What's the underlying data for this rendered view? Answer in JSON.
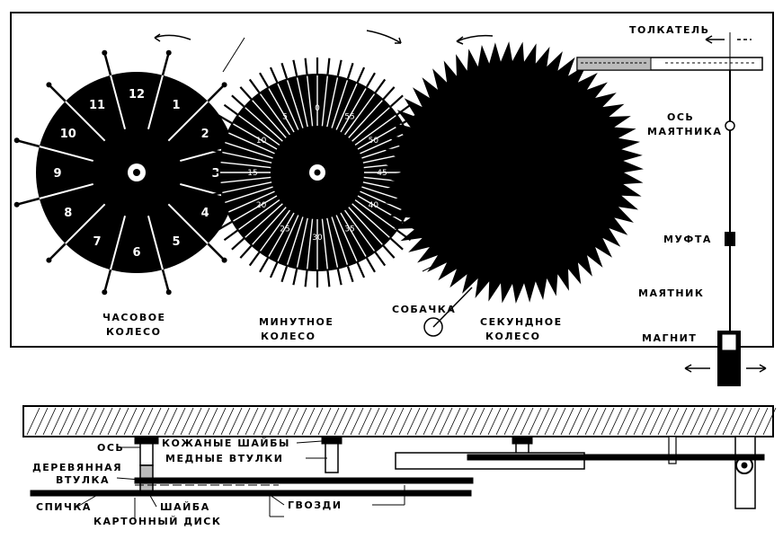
{
  "top": {
    "hour_wheel": {
      "line1": "ЧАСОВОЕ",
      "line2": "КОЛЕСО",
      "numbers": [
        "12",
        "1",
        "2",
        "3",
        "4",
        "5",
        "6",
        "7",
        "8",
        "9",
        "10",
        "11"
      ]
    },
    "minute_wheel": {
      "line1": "МИНУТНОЕ",
      "line2": "КОЛЕСО",
      "numbers": [
        "0",
        "5",
        "10",
        "15",
        "20",
        "25",
        "30",
        "35",
        "40",
        "45",
        "50",
        "55"
      ]
    },
    "second_wheel": {
      "line1": "СЕКУНДНОЕ",
      "line2": "КОЛЕСО"
    },
    "pawl": "СОБАЧКА",
    "pusher": "ТОЛКАТЕЛЬ",
    "pendulum_axis": {
      "line1": "ОСЬ",
      "line2": "МАЯТНИКА"
    },
    "coupling": "МУФТА",
    "pendulum": "МАЯТНИК",
    "magnet": "МАГНИТ"
  },
  "bottom": {
    "axis": "ОСЬ",
    "leather_washers": "КОЖАНЫЕ ШАЙБЫ",
    "copper_bushings": "МЕДНЫЕ ВТУЛКИ",
    "wooden_bushing": {
      "line1": "ДЕРЕВЯННАЯ",
      "line2": "ВТУЛКА"
    },
    "washer": "ШАЙБА",
    "match": "СПИЧКА",
    "cardboard_disk": "КАРТОННЫЙ ДИСК",
    "nails": "ГВОЗДИ"
  },
  "colors": {
    "ink": "#000000",
    "paper": "#ffffff"
  }
}
